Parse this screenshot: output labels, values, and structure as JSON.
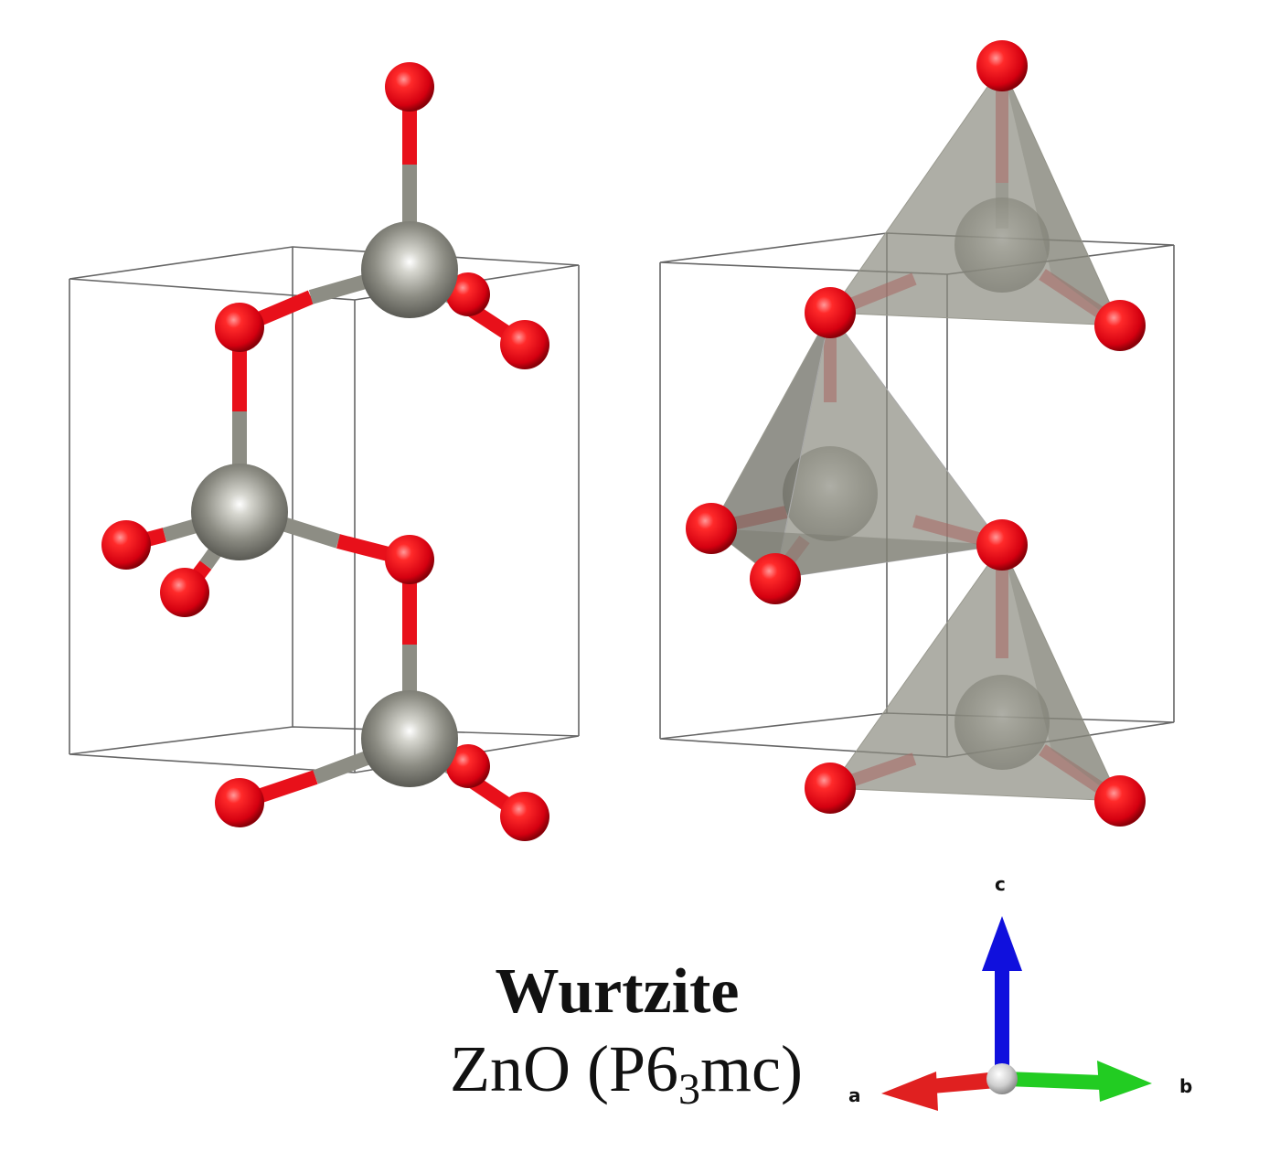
{
  "figure": {
    "title": "Wurtzite",
    "formula": {
      "prefix": "ZnO (P6",
      "subscript": "3",
      "suffix": "mc)"
    },
    "axes": {
      "a_label": "a",
      "b_label": "b",
      "c_label": "c",
      "colors": {
        "a": "#e02020",
        "b": "#22cc22",
        "c": "#1010dd"
      }
    },
    "colors": {
      "oxygen": "#e8101a",
      "zinc": "#8a8a80",
      "polyhedron": "#8c8c80",
      "cell": "#555555"
    },
    "panels": [
      {
        "style": "ball-and-stick"
      },
      {
        "style": "polyhedral"
      }
    ]
  }
}
